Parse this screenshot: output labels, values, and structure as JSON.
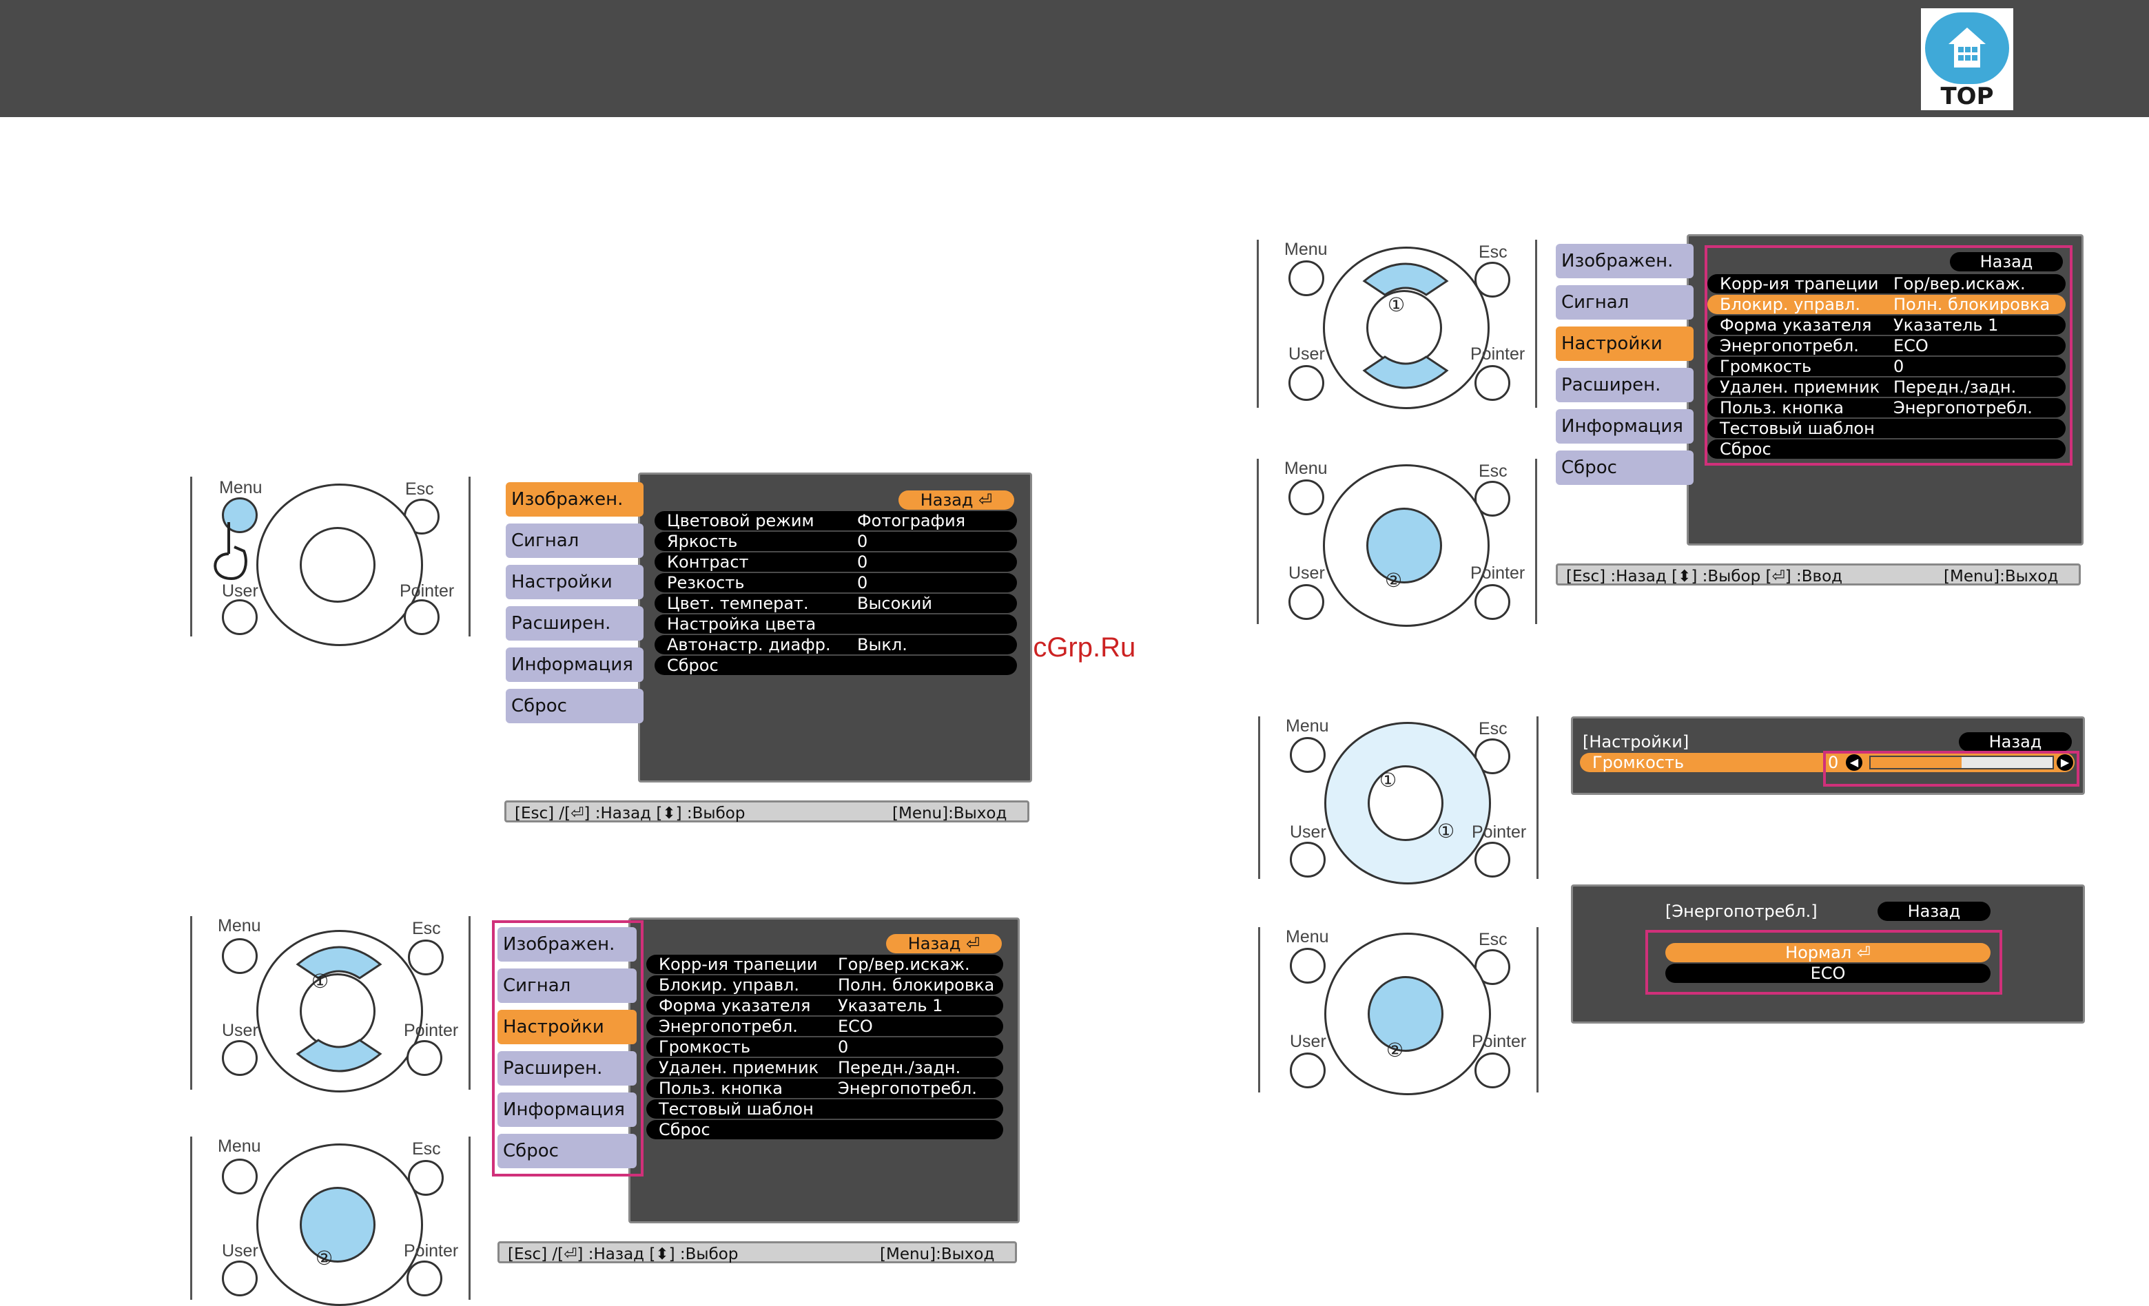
{
  "header": {
    "logo_text": "TOP"
  },
  "watermark": "McGrp.Ru",
  "remote": {
    "menu_label": "Menu",
    "esc_label": "Esc",
    "user_label": "User",
    "pointer_label": "Pointer",
    "step1": "①",
    "step2": "②"
  },
  "menu_tabs": [
    "Изображен.",
    "Сигнал",
    "Настройки",
    "Расширен.",
    "Информация",
    "Сброс"
  ],
  "back_label": "Назад",
  "image_menu": [
    {
      "key": "Цветовой режим",
      "value": "Фотография"
    },
    {
      "key": "Яркость",
      "value": "0"
    },
    {
      "key": "Контраст",
      "value": "0"
    },
    {
      "key": "Резкость",
      "value": "0"
    },
    {
      "key": "Цвет. температ.",
      "value": "Высокий"
    },
    {
      "key": "Настройка цвета",
      "value": ""
    },
    {
      "key": "Автонастр. диафр.",
      "value": "Выкл."
    },
    {
      "key": "Сброс",
      "value": ""
    }
  ],
  "settings_menu": [
    {
      "key": "Корр-ия трапеции",
      "value": "Гор/вер.искаж."
    },
    {
      "key": "Блокир. управл.",
      "value": "Полн. блокировка"
    },
    {
      "key": "Форма указателя",
      "value": "Указатель 1"
    },
    {
      "key": "Энергопотребл.",
      "value": "ECO"
    },
    {
      "key": "Громкость",
      "value": "0"
    },
    {
      "key": "Удален. приемник",
      "value": "Передн./задн."
    },
    {
      "key": "Польз. кнопка",
      "value": "Энергопотребл."
    },
    {
      "key": "Тестовый шаблон",
      "value": ""
    },
    {
      "key": "Сброс",
      "value": ""
    }
  ],
  "status_main": {
    "left": "[Esc] /[⏎] :Назад  [⬍] :Выбор",
    "right": "[Menu]:Выход"
  },
  "status_right": {
    "left": "[Esc] :Назад  [⬍] :Выбор  [⏎] :Ввод",
    "right": "[Menu]:Выход"
  },
  "volume_panel": {
    "title": "[Настройки]",
    "back": "Назад",
    "label": "Громкость",
    "value": "0",
    "level": 0.5
  },
  "power_panel": {
    "title": "[Энергопотребл.]",
    "back": "Назад",
    "options": [
      "Нормал",
      "ECO"
    ]
  }
}
